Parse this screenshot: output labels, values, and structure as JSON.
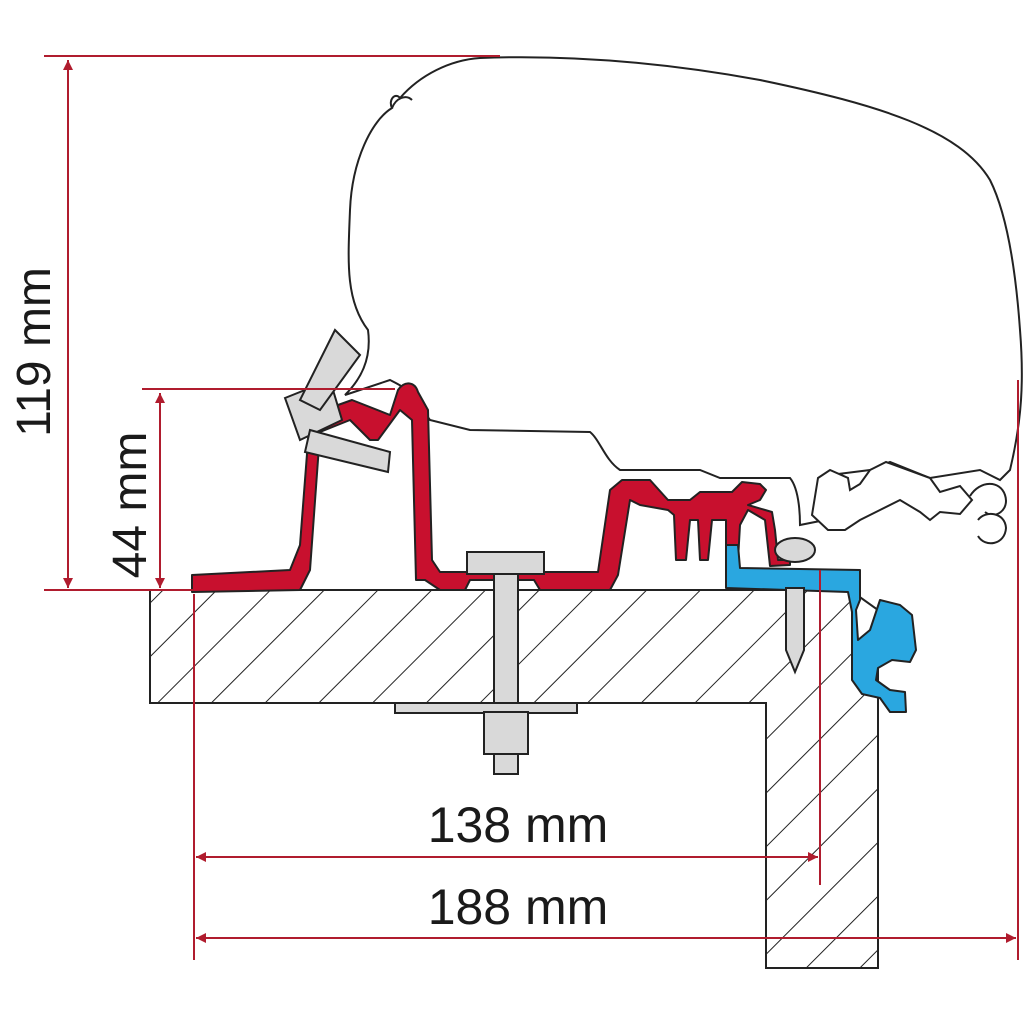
{
  "dimensions": {
    "total_height": "119 mm",
    "adapter_height": "44 mm",
    "inner_width": "138 mm",
    "total_width": "188 mm"
  },
  "colors": {
    "dimension_line": "#b01c2e",
    "adapter": "#c8102e",
    "wall_profile": "#2aa7e0",
    "outline": "#222222"
  }
}
